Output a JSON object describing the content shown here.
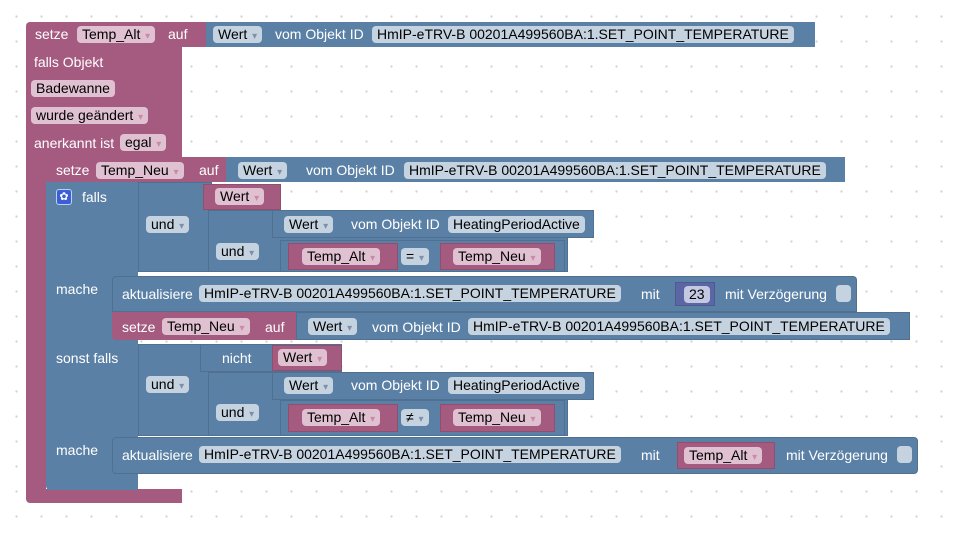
{
  "colors": {
    "variables": "#a55b80",
    "logic": "#5b80a5",
    "math": "#5b67a5"
  },
  "block1": {
    "set_kw": "setze",
    "var": "Temp_Alt",
    "to_kw": "auf",
    "get": {
      "attr": "Wert",
      "label": "vom Objekt ID",
      "oid": "HmIP-eTRV-B 00201A499560BA:1.SET_POINT_TEMPERATURE"
    }
  },
  "trigger": {
    "label": "falls Objekt",
    "object": "Badewanne",
    "condition": "wurde geändert",
    "ack_label": "anerkannt ist",
    "ack_value": "egal"
  },
  "block2": {
    "set_kw": "setze",
    "var": "Temp_Neu",
    "to_kw": "auf",
    "get": {
      "attr": "Wert",
      "label": "vom Objekt ID",
      "oid": "HmIP-eTRV-B 00201A499560BA:1.SET_POINT_TEMPERATURE"
    }
  },
  "if_block": {
    "if_label": "falls",
    "do_label": "mache",
    "elseif_label": "sonst falls",
    "icon": "gear-icon",
    "if1": {
      "first": "Wert",
      "op1": "und",
      "get": {
        "attr": "Wert",
        "label": "vom Objekt ID",
        "oid": "HeatingPeriodActive"
      },
      "op2": "und",
      "cmp_left": "Temp_Alt",
      "cmp_op": "=",
      "cmp_right": "Temp_Neu"
    },
    "do1": {
      "update": {
        "label": "aktualisiere",
        "oid": "HmIP-eTRV-B 00201A499560BA:1.SET_POINT_TEMPERATURE",
        "with": "mit",
        "value": "23",
        "delay_label": "mit Verzögerung",
        "delay_checked": false
      },
      "set": {
        "set_kw": "setze",
        "var": "Temp_Neu",
        "to_kw": "auf",
        "attr": "Wert",
        "label": "vom Objekt ID",
        "oid": "HmIP-eTRV-B 00201A499560BA:1.SET_POINT_TEMPERATURE"
      }
    },
    "if2": {
      "not_label": "nicht",
      "first": "Wert",
      "op1": "und",
      "get": {
        "attr": "Wert",
        "label": "vom Objekt ID",
        "oid": "HeatingPeriodActive"
      },
      "op2": "und",
      "cmp_left": "Temp_Alt",
      "cmp_op": "≠",
      "cmp_right": "Temp_Neu"
    },
    "do2": {
      "update": {
        "label": "aktualisiere",
        "oid": "HmIP-eTRV-B 00201A499560BA:1.SET_POINT_TEMPERATURE",
        "with": "mit",
        "value": "Temp_Alt",
        "delay_label": "mit Verzögerung",
        "delay_checked": false
      }
    }
  }
}
